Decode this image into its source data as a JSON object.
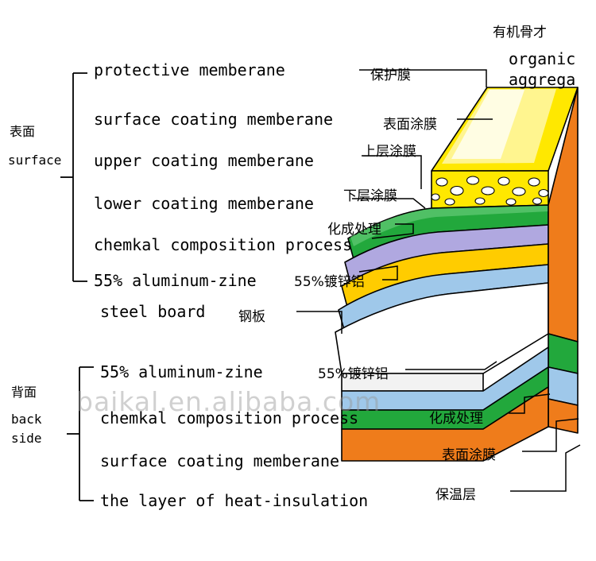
{
  "diagram": {
    "title_watermark": "baikal.en.alibaba.com",
    "surface_group": {
      "cn": "表面",
      "en": "surface"
    },
    "back_group": {
      "cn": "背面",
      "en_line1": "back",
      "en_line2": "side"
    },
    "top_label": {
      "cn": "有机骨才",
      "en_line1": "organic",
      "en_line2": "aggrega"
    },
    "surface_layers": [
      {
        "en": "protective memberane",
        "cn": "保护膜"
      },
      {
        "en": "surface coating memberane",
        "cn": "表面涂膜"
      },
      {
        "en": "upper coating memberane",
        "cn": "上层涂膜"
      },
      {
        "en": "lower coating memberane",
        "cn": "下层涂膜"
      },
      {
        "en": "chemkal composition process",
        "cn": "化成处理"
      },
      {
        "en": "55% aluminum-zine",
        "cn": "55%镀锌铝"
      },
      {
        "en": "steel board",
        "cn": "钢板"
      }
    ],
    "back_layers": [
      {
        "en": "55% aluminum-zine",
        "cn": "55%镀锌铝"
      },
      {
        "en": "chemkal composition process",
        "cn": "化成处理"
      },
      {
        "en": "surface coating memberane",
        "cn": "表面涂膜"
      },
      {
        "en": "the layer of heat-insulation",
        "cn": "保温层"
      }
    ],
    "colors": {
      "yellow_top": "#ffe800",
      "green": "#22a83c",
      "purple": "#b0a8e0",
      "gold": "#ffcc00",
      "blue": "#9fc8ea",
      "orange": "#ef7c1b",
      "white": "#ffffff",
      "outline": "#000000"
    }
  }
}
